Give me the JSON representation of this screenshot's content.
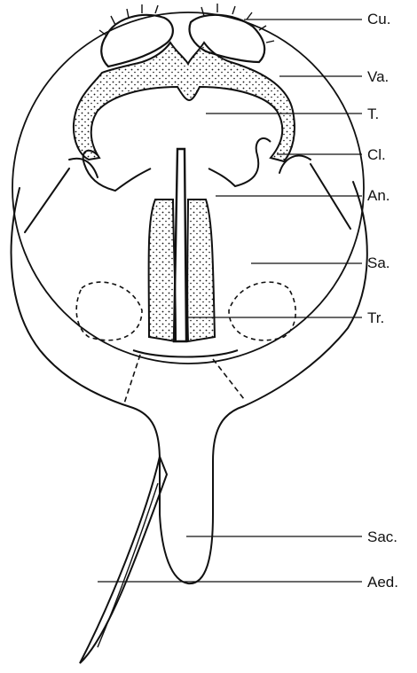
{
  "labels": [
    {
      "key": "cu",
      "text": "Cu.",
      "structure": "cucullus"
    },
    {
      "key": "va",
      "text": "Va.",
      "structure": "valva"
    },
    {
      "key": "t",
      "text": "T.",
      "structure": "tegumen"
    },
    {
      "key": "cl",
      "text": "Cl.",
      "structure": "clasper"
    },
    {
      "key": "an",
      "text": "An.",
      "structure": "anellus"
    },
    {
      "key": "sa",
      "text": "Sa.",
      "structure": "sacculus"
    },
    {
      "key": "tr",
      "text": "Tr.",
      "structure": "transtilla"
    },
    {
      "key": "sac",
      "text": "Sac.",
      "structure": "saccus"
    },
    {
      "key": "aed",
      "text": "Aed.",
      "structure": "aedeagus"
    }
  ],
  "colors": {
    "ink": "#111111",
    "paper": "#ffffff"
  }
}
